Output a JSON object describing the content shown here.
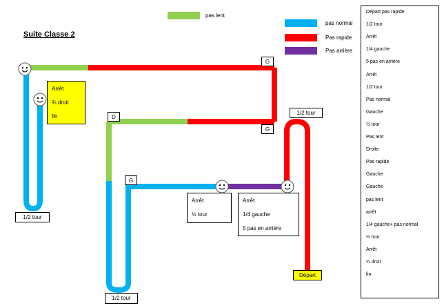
{
  "title": "Suite Classe 2",
  "colors": {
    "lent": "#92d050",
    "normal": "#00b0f0",
    "rapide": "#ff0000",
    "arriere": "#7030a0",
    "note_yellow": "#ffff00"
  },
  "legend": [
    {
      "label": "pas lent",
      "color": "#92d050"
    },
    {
      "label": "pas normal",
      "color": "#00b0f0"
    },
    {
      "label": "Pas rapide",
      "color": "#ff0000"
    },
    {
      "label": "Pas arrière",
      "color": "#7030a0"
    }
  ],
  "markers": {
    "g1": "G",
    "g2": "G",
    "g3": "G",
    "d": "D"
  },
  "turns": {
    "left": "1/2 tour",
    "bottom": "1/2 tour",
    "right": "1/2 tour"
  },
  "depart": "Départ",
  "notes": {
    "yellow": [
      "Arrêt",
      "¾ droit",
      "fin"
    ],
    "center": [
      "Arrêt",
      "½ tour"
    ],
    "right": [
      "Arrêt",
      "1/4 gauche",
      "5 pas en arrière"
    ]
  },
  "sequence": [
    "Départ pas rapide",
    "1/2 tour",
    "Arrêt",
    "1/4 gauche",
    "5 pas en arrière",
    "Arrêt",
    "1/2 tour",
    "Pas normal",
    "Gauche",
    "½ tour",
    "Pas lent",
    "Droite",
    "Pas rapide",
    "Gauche",
    "Gauche",
    "pas lent",
    "arrêt",
    "1/4 gauche+ pas normal",
    "½ tour",
    "Arrêt",
    "¼ droit",
    "fin"
  ]
}
